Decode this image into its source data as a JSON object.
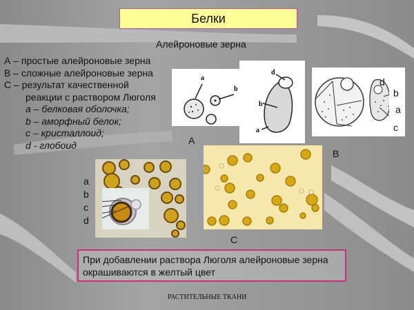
{
  "slide": {
    "title": "Белки",
    "subtitle": "Алейроновые зерна",
    "legend": {
      "lines": [
        "А – простые алейроновые зерна",
        "В – сложные алейроновые зерна",
        "С – результат качественной",
        "реакции с раствором Люголя"
      ],
      "parts": [
        "а – белковая оболочка;",
        "b – аморфный белок;",
        "с – кристаллоид;",
        "d -  глобоид"
      ]
    },
    "figures": {
      "A": {
        "label": "А",
        "callouts_left": [
          "a",
          "b"
        ],
        "callouts_right": [
          "d",
          "b",
          "a"
        ]
      },
      "B": {
        "label": "В",
        "callouts": [
          "d",
          "b",
          "a",
          "c"
        ]
      },
      "C": {
        "label": "С",
        "inset_callouts": [
          "a",
          "b",
          "c",
          "d"
        ]
      }
    },
    "note": "При добавлении раствора Люголя алейроновые зерна окрашиваются в желтый цвет",
    "footer": "РАСТИТЕЛЬНЫЕ ТКАНИ",
    "colors": {
      "title_bg": "#ffff99",
      "title_border": "#b9568f",
      "note_border": "#c8307a",
      "photo_bg": "#f6e7ad",
      "grain_yellow": "#d6a816"
    }
  }
}
